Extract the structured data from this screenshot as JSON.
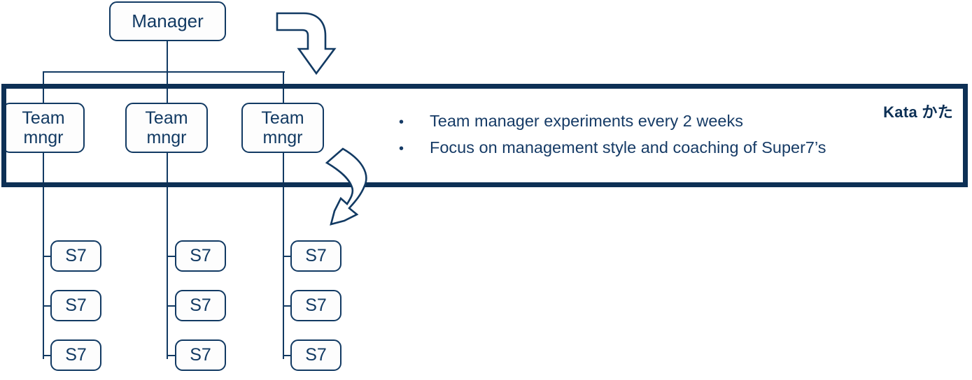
{
  "diagram": {
    "title_node": {
      "label": "Manager"
    },
    "team_managers": [
      {
        "label": "Team\nmngr"
      },
      {
        "label": "Team\nmngr"
      },
      {
        "label": "Team\nmngr"
      }
    ],
    "super7_columns": [
      [
        {
          "label": "S7"
        },
        {
          "label": "S7"
        },
        {
          "label": "S7"
        }
      ],
      [
        {
          "label": "S7"
        },
        {
          "label": "S7"
        },
        {
          "label": "S7"
        }
      ],
      [
        {
          "label": "S7"
        },
        {
          "label": "S7"
        },
        {
          "label": "S7"
        }
      ]
    ],
    "kata_panel": {
      "label": "Kata かた",
      "bullet_glyph": "•",
      "bullets": [
        "Team manager experiments every 2 weeks",
        "Focus on management style and coaching of Super7’s"
      ]
    },
    "colors": {
      "line": "#123a63",
      "panel_border": "#0d3055",
      "text": "#163b66",
      "background": "#ffffff"
    },
    "arrows": [
      {
        "name": "arrow-into-kata-panel",
        "direction": "down"
      },
      {
        "name": "arrow-out-of-kata-panel",
        "direction": "down-left"
      }
    ]
  }
}
